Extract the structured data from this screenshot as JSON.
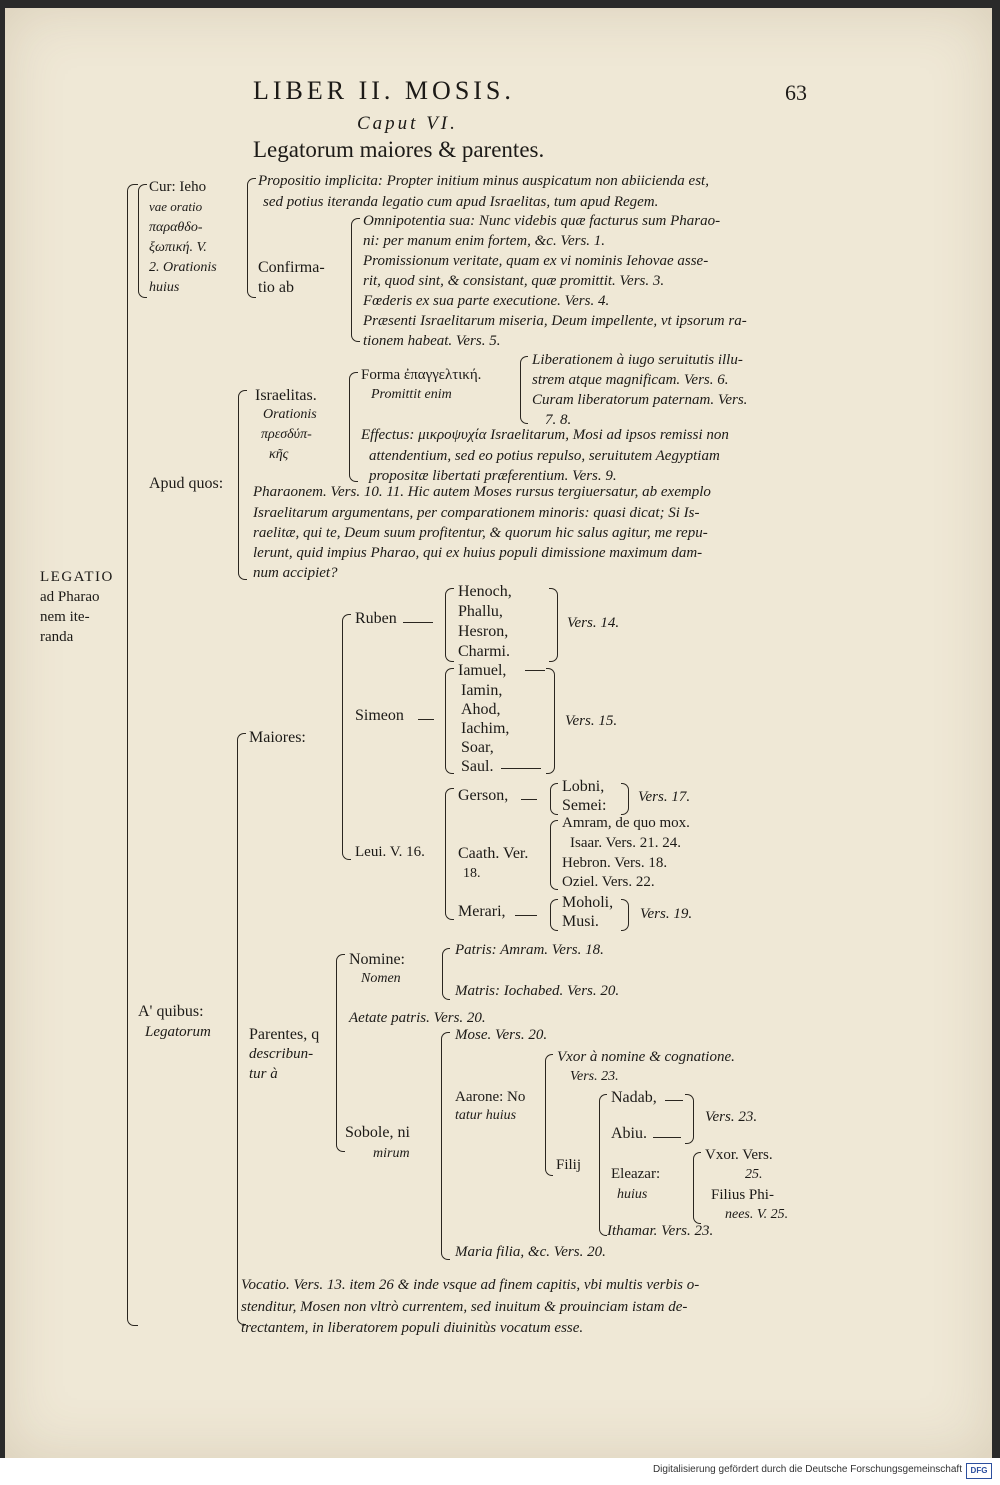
{
  "header": {
    "running_title": "LIBER II. MOSIS.",
    "page_number": "63",
    "chapter": "Caput VI.",
    "title": "Legatorum maiores & parentes."
  },
  "root": {
    "line1": "Legatio",
    "line2": "ad Pharao",
    "line3": "nem ite-",
    "line4": "randa"
  },
  "cur": {
    "label": [
      "Cur: Ieho",
      "vae oratio",
      "παραθδο-",
      "ξωπική. V.",
      "2. Orationis",
      "huius"
    ],
    "propositio": [
      "Propositio implicita: Propter initium minus auspicatum non abiicienda est,",
      "sed potius iteranda legatio cum apud Israelitas, tum apud Regem."
    ],
    "confirmatio_label": [
      "Confirma-",
      "tio ab"
    ],
    "confirmatio": [
      "Omnipotentia sua: Nunc videbis quæ facturus sum Pharao-",
      "ni: per manum enim fortem, &c. Vers. 1.",
      "Promissionum veritate, quam ex vi nominis Iehovae asse-",
      "rit, quod sint, & consistant, quæ promittit. Vers. 3.",
      "Fœderis ex sua parte executione. Vers. 4.",
      "Præsenti Israelitarum miseria, Deum impellente, vt ipsorum ra-",
      "tionem habeat. Vers. 5."
    ]
  },
  "apud": {
    "label": "Apud quos:",
    "israelitas_label": [
      "Israelitas.",
      "Orationis",
      "πρεσδύπ-",
      "κῆς"
    ],
    "forma_label": [
      "Forma ἐπαγγελτική.",
      "Promittit enim"
    ],
    "forma_items": [
      "Liberationem à iugo seruitutis illu-",
      "strem atque magnificam. Vers. 6.",
      "Curam liberatorum paternam. Vers.",
      "7. 8."
    ],
    "effectus": [
      "Effectus: μικροψυχία Israelitarum, Mosi ad ipsos remissi non",
      "attendentium, sed eo potius repulso, seruitutem Aegyptiam",
      "propositæ libertati præferentium. Vers. 9."
    ],
    "pharaonem": [
      "Pharaonem. Vers. 10. 11. Hic autem Moses rursus tergiuersatur, ab exemplo",
      "Israelitarum argumentans, per comparationem minoris: quasi dicat; Si Is-",
      "raelitæ, qui te, Deum suum profitentur, & quorum hic salus agitur, me repu-",
      "lerunt, quid impius Pharao, qui ex huius populi dimissione maximum dam-",
      "num accipiet?"
    ]
  },
  "aquibus": {
    "label": [
      "A' quibus:",
      "Legatorum"
    ],
    "maiores_label": "Maiores:",
    "ruben": {
      "name": "Ruben",
      "sons": [
        "Henoch,",
        "Phallu,",
        "Hesron,",
        "Charmi."
      ],
      "ref": "Vers. 14."
    },
    "simeon": {
      "name": "Simeon",
      "sons": [
        "Iamuel,",
        "Iamin,",
        "Ahod,",
        "Iachim,",
        "Soar,",
        "Saul."
      ],
      "ref": "Vers. 15."
    },
    "leui": {
      "name": "Leui. V. 16.",
      "gerson": {
        "name": "Gerson,",
        "sons": [
          "Lobni,",
          "Semei:"
        ],
        "ref": "Vers. 17."
      },
      "caath": {
        "name": [
          "Caath. Ver.",
          "18."
        ],
        "sons": [
          "Amram, de quo mox.",
          "Isaar. Vers. 21. 24.",
          "Hebron. Vers. 18.",
          "Oziel. Vers. 22."
        ]
      },
      "merari": {
        "name": "Merari,",
        "sons": [
          "Moholi,",
          "Musi."
        ],
        "ref": "Vers. 19."
      }
    },
    "parentes_label": [
      "Parentes, q",
      "describun-",
      "tur à"
    ],
    "nomine_label": [
      "Nomine:",
      "Nomen"
    ],
    "patris": "Patris: Amram. Vers. 18.",
    "matris": "Matris: Iochabed. Vers. 20.",
    "aetate": "Aetate patris. Vers. 20.",
    "sobole_label": [
      "Sobole, ni",
      "mirum"
    ],
    "mose": "Mose. Vers. 20.",
    "aarone_label": [
      "Aarone: No",
      "tatur huius"
    ],
    "vxor_aaron": [
      "Vxor à nomine & cognatione.",
      "Vers. 23."
    ],
    "filij_label": "Filij",
    "nadab": "Nadab,",
    "abiu": "Abiu.",
    "nadab_ref": "Vers. 23.",
    "eleazar_label": [
      "Eleazar:",
      "huius"
    ],
    "eleazar_items": [
      "Vxor. Vers.",
      "25.",
      "Filius Phi-",
      "nees. V. 25."
    ],
    "ithamar": "Ithamar. Vers. 23.",
    "maria": "Maria filia, &c. Vers. 20."
  },
  "vocatio": [
    "Vocatio. Vers. 13. item 26 & inde vsque ad finem capitis, vbi multis verbis o-",
    "stenditur, Mosen non vltrò currentem, sed inuitum & prouinciam istam de-",
    "trectantem, in liberatorem populi diuinitùs vocatum esse."
  ],
  "footer": {
    "text": "Digitalisierung gefördert durch die Deutsche Forschungsgemeinschaft",
    "badge": "DFG"
  }
}
